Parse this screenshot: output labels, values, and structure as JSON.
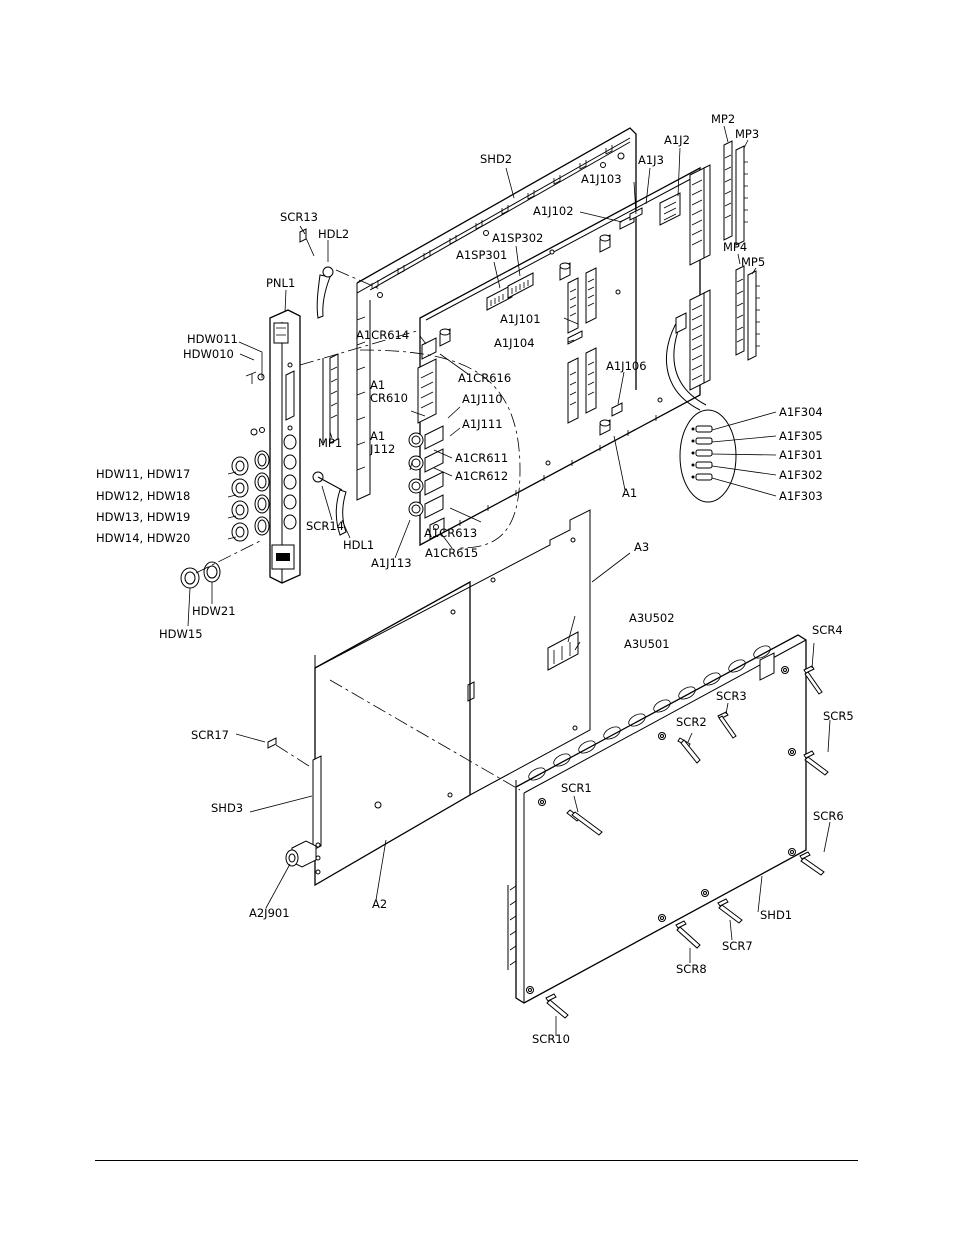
{
  "labels": {
    "shd2": "SHD2",
    "scr13": "SCR13",
    "hdl2": "HDL2",
    "pnl1": "PNL1",
    "hdw011": "HDW011",
    "hdw010": "HDW010",
    "hdw11_17": "HDW11, HDW17",
    "hdw12_18": "HDW12, HDW18",
    "hdw13_19": "HDW13, HDW19",
    "hdw14_20": "HDW14, HDW20",
    "hdw15": "HDW15",
    "hdw21": "HDW21",
    "mp1": "MP1",
    "scr14": "SCR14",
    "hdl1": "HDL1",
    "a1cr614": "A1CR614",
    "a1cr616": "A1CR616",
    "a1_cr610_a": "A1",
    "a1_cr610_b": "CR610",
    "a1j110": "A1J110",
    "a1j111": "A1J111",
    "a1_j112_a": "A1",
    "a1_j112_b": "J112",
    "a1cr611": "A1CR611",
    "a1cr612": "A1CR612",
    "a1cr613": "A1CR613",
    "a1j113": "A1J113",
    "a1cr615": "A1CR615",
    "a1sp301": "A1SP301",
    "a1sp302": "A1SP302",
    "a1j101": "A1J101",
    "a1j104": "A1J104",
    "a1j106": "A1J106",
    "a1j102": "A1J102",
    "a1j103": "A1J103",
    "a1j3": "A1J3",
    "a1j2": "A1J2",
    "mp2": "MP2",
    "mp3": "MP3",
    "mp4": "MP4",
    "mp5": "MP5",
    "a1f304": "A1F304",
    "a1f305": "A1F305",
    "a1f301": "A1F301",
    "a1f302": "A1F302",
    "a1f303": "A1F303",
    "a1": "A1",
    "a3": "A3",
    "a3u502": "A3U502",
    "a3u501": "A3U501",
    "scr4": "SCR4",
    "scr3": "SCR3",
    "scr2": "SCR2",
    "scr5": "SCR5",
    "scr1": "SCR1",
    "scr6": "SCR6",
    "scr17": "SCR17",
    "shd3": "SHD3",
    "a2j901": "A2J901",
    "a2": "A2",
    "shd1": "SHD1",
    "scr7": "SCR7",
    "scr8": "SCR8",
    "scr10": "SCR10"
  }
}
